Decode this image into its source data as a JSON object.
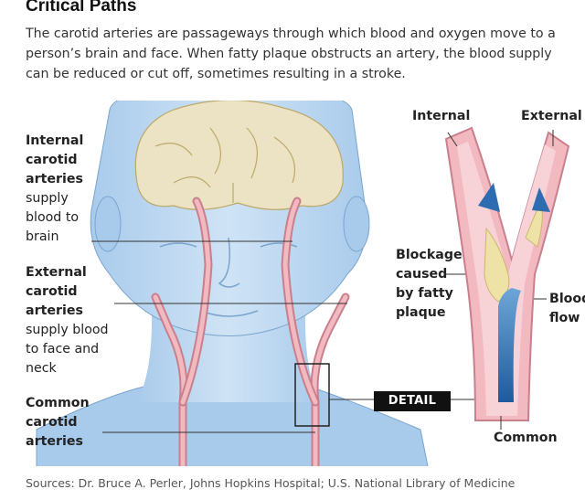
{
  "title": "Critical Paths",
  "lede": [
    "The carotid arteries are passageways through which blood and oxygen move to a",
    "person’s brain and face. When fatty plaque obstructs an artery, the blood supply",
    "can be reduced or cut off, sometimes resulting in a stroke."
  ],
  "labels": {
    "internal_heading": [
      "Internal",
      "carotid",
      "arteries"
    ],
    "internal_text": [
      "supply",
      "blood to",
      "brain"
    ],
    "external_heading": [
      "External",
      "carotid",
      "arteries"
    ],
    "external_text": [
      "supply blood",
      "to face and",
      "neck"
    ],
    "common_heading": [
      "Common",
      "carotid",
      "arteries"
    ]
  },
  "detail": {
    "badge": "DETAIL",
    "internal": "Internal",
    "external": "External",
    "blockage": [
      "Blockage",
      "caused",
      "by fatty",
      "plaque"
    ],
    "blood_flow": [
      "Blood",
      "flow"
    ],
    "common": "Common"
  },
  "source": "Sources: Dr. Bruce A. Perler, Johns Hopkins Hospital; U.S. National Library of Medicine",
  "colors": {
    "head_fill": "#bcd7ef",
    "head_shade": "#8fb8e0",
    "brain": "#ece3c4",
    "artery": "#e8a3ad",
    "artery_dark": "#c97f8c",
    "plaque": "#efe2a6",
    "flow_blue": "#2d6cb0"
  }
}
